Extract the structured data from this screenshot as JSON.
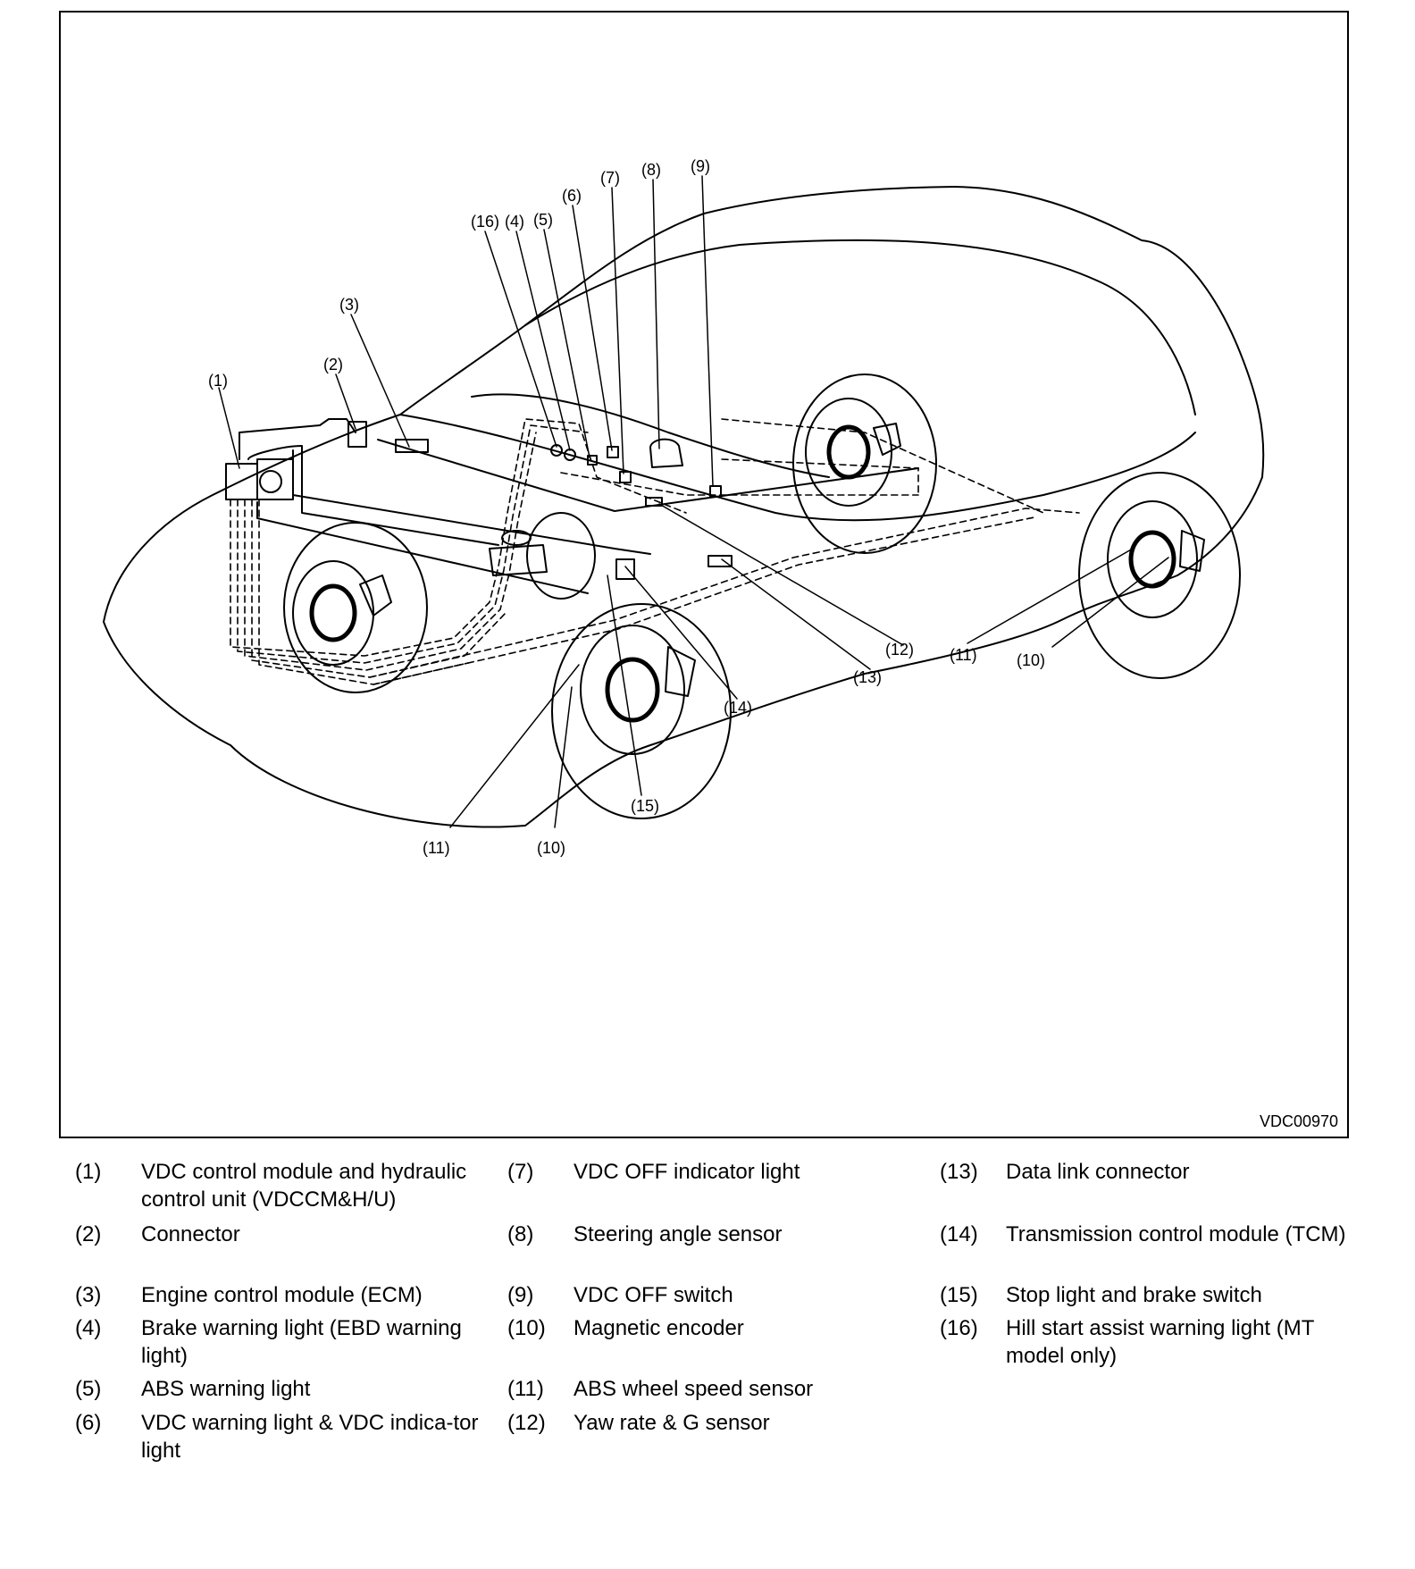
{
  "figure": {
    "code": "VDC00970",
    "callouts": [
      {
        "label": "(1)"
      },
      {
        "label": "(2)"
      },
      {
        "label": "(3)"
      },
      {
        "label": "(16)"
      },
      {
        "label": "(4)"
      },
      {
        "label": "(5)"
      },
      {
        "label": "(6)"
      },
      {
        "label": "(7)"
      },
      {
        "label": "(8)"
      },
      {
        "label": "(9)"
      },
      {
        "label": "(12)"
      },
      {
        "label": "(13)"
      },
      {
        "label": "(14)"
      },
      {
        "label": "(15)"
      },
      {
        "label": "(11)"
      },
      {
        "label": "(10)"
      },
      {
        "label": "(11)"
      },
      {
        "label": "(10)"
      }
    ]
  },
  "legend": [
    {
      "num": "(1)",
      "text": "VDC control module and hydraulic control unit (VDCCM&H/U)"
    },
    {
      "num": "(2)",
      "text": "Connector"
    },
    {
      "num": "(3)",
      "text": "Engine control module (ECM)"
    },
    {
      "num": "(4)",
      "text": "Brake warning light (EBD warning light)"
    },
    {
      "num": "(5)",
      "text": "ABS warning light"
    },
    {
      "num": "(6)",
      "text": "VDC warning light & VDC indica-tor light"
    },
    {
      "num": "(7)",
      "text": "VDC OFF indicator light"
    },
    {
      "num": "(8)",
      "text": "Steering angle sensor"
    },
    {
      "num": "(9)",
      "text": "VDC OFF switch"
    },
    {
      "num": "(10)",
      "text": "Magnetic encoder"
    },
    {
      "num": "(11)",
      "text": "ABS wheel speed sensor"
    },
    {
      "num": "(12)",
      "text": "Yaw rate & G sensor"
    },
    {
      "num": "(13)",
      "text": "Data link connector"
    },
    {
      "num": "(14)",
      "text": "Transmission control module (TCM)"
    },
    {
      "num": "(15)",
      "text": "Stop light and brake switch"
    },
    {
      "num": "(16)",
      "text": "Hill start assist warning light (MT model only)"
    }
  ]
}
